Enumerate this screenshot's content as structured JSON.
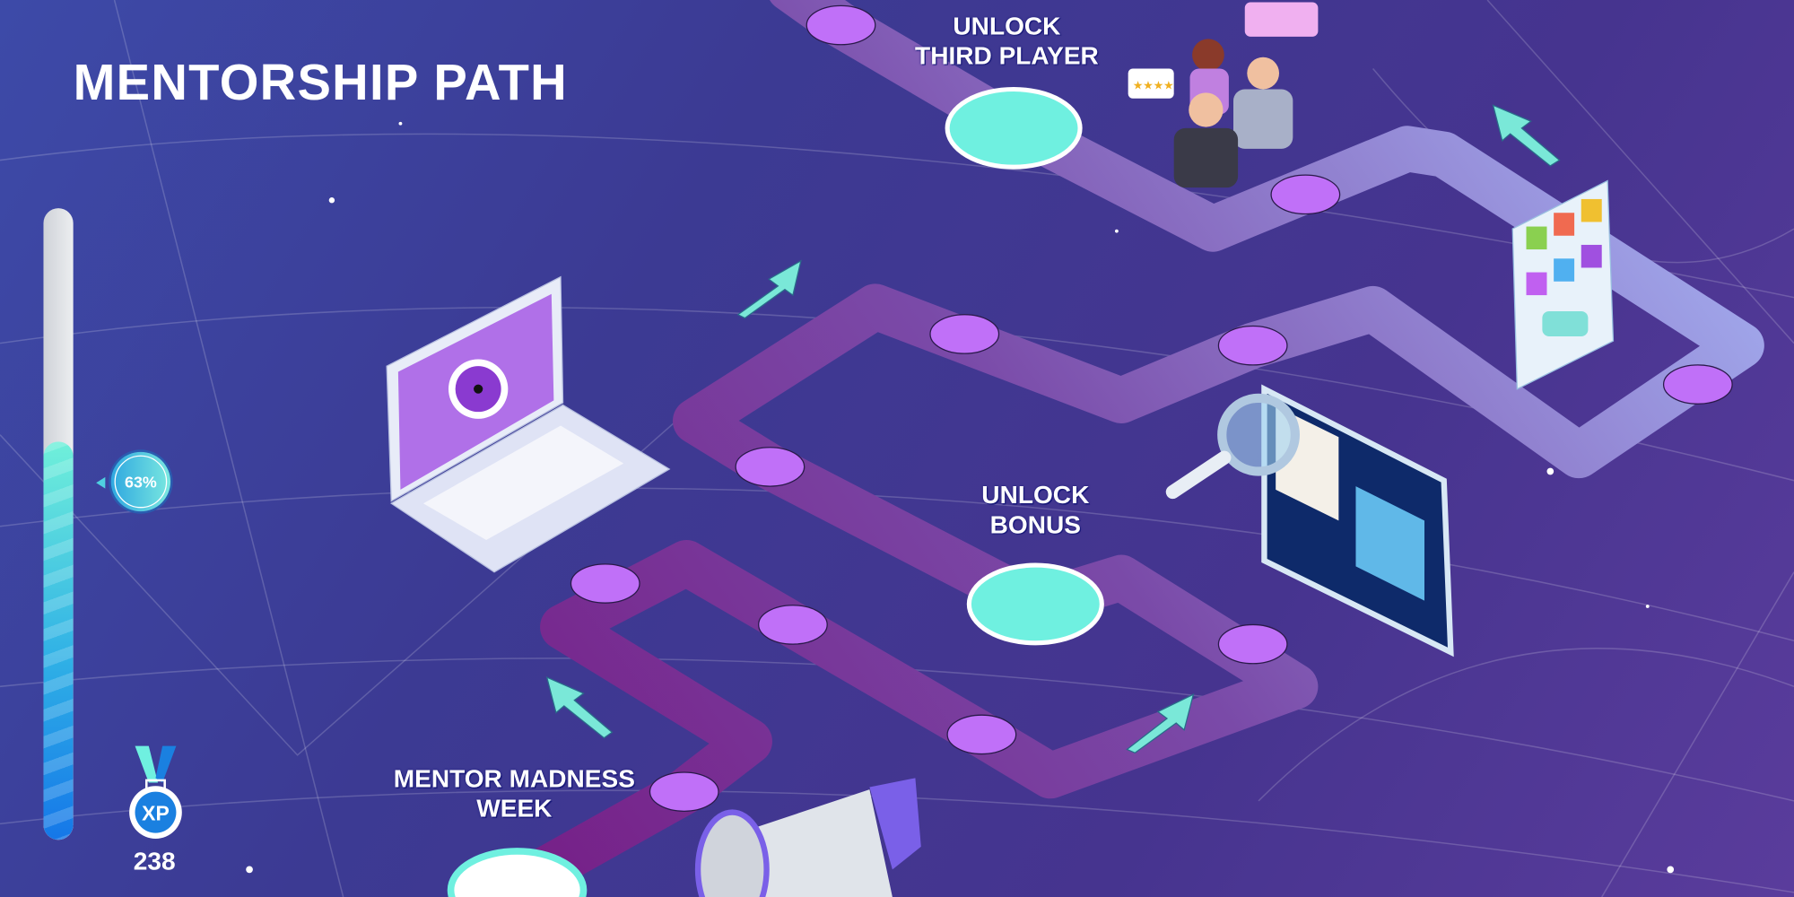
{
  "title": "MENTORSHIP PATH",
  "progress": {
    "percent": 63,
    "label": "63%"
  },
  "xp": {
    "badge_label": "XP",
    "value": "238"
  },
  "milestones": [
    {
      "line1": "MENTOR MADNESS",
      "line2": "WEEK"
    },
    {
      "line1": "UNLOCK",
      "line2": "BONUS"
    },
    {
      "line1": "UNLOCK",
      "line2": "THIRD PLAYER"
    }
  ],
  "colors": {
    "accent": "#6ff0e0",
    "node": "#c070f8",
    "path_start": "#761e86",
    "path_end": "#9aa0e8"
  }
}
